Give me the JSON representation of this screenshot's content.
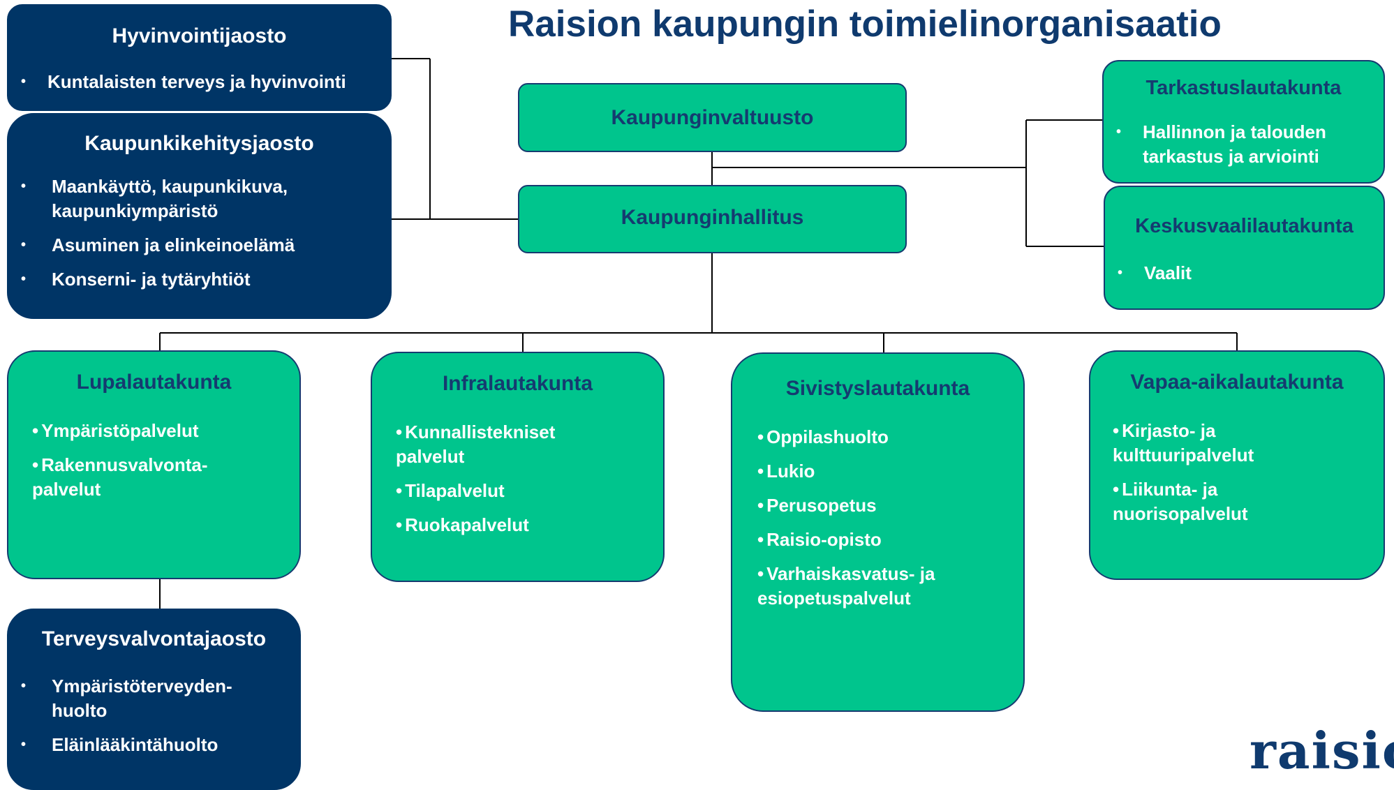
{
  "title": "Raision kaupungin toimielinorganisaatio",
  "colors": {
    "navy": "#003566",
    "green": "#00c58d",
    "text_blue": "#153b70"
  },
  "hyvinvointijaosto": {
    "title": "Hyvinvointijaosto",
    "items": [
      "Kuntalaisten terveys ja hyvinvointi"
    ]
  },
  "kaupunkikehitysjaosto": {
    "title": "Kaupunkikehitysjaosto",
    "items": [
      "Maankäyttö, kaupunkikuva, kaupunkiympäristö",
      "Asuminen ja elinkeinoelämä",
      "Konserni- ja tytäryhtiöt"
    ]
  },
  "kaupunginvaltuusto": {
    "title": "Kaupunginvaltuusto"
  },
  "kaupunginhallitus": {
    "title": "Kaupunginhallitus"
  },
  "tarkastuslautakunta": {
    "title": "Tarkastuslautakunta",
    "items": [
      "Hallinnon ja talouden tarkastus ja arviointi"
    ]
  },
  "keskusvaalilautakunta": {
    "title": "Keskusvaalilautakunta",
    "items": [
      "Vaalit"
    ]
  },
  "lupalautakunta": {
    "title": "Lupalautakunta",
    "items": [
      "Ympäristöpalvelut",
      "Rakennusvalvonta-palvelut"
    ]
  },
  "infralautakunta": {
    "title": "Infralautakunta",
    "items": [
      "Kunnallistekniset palvelut",
      "Tilapalvelut",
      "Ruokapalvelut"
    ]
  },
  "sivistyslautakunta": {
    "title": "Sivistyslautakunta",
    "items": [
      "Oppilashuolto",
      "Lukio",
      "Perusopetus",
      "Raisio-opisto",
      "Varhaiskasvatus- ja esiopetuspalvelut"
    ]
  },
  "vapaa_aikalautakunta": {
    "title": "Vapaa-aikalautakunta",
    "items": [
      "Kirjasto- ja kulttuuripalvelut",
      "Liikunta- ja nuorisopalvelut"
    ]
  },
  "terveysvalvontajaosto": {
    "title": "Terveysvalvontajaosto",
    "items": [
      "Ympäristöterveyden-huolto",
      "Eläinlääkintähuolto"
    ]
  },
  "logo": {
    "text": "raisio"
  }
}
